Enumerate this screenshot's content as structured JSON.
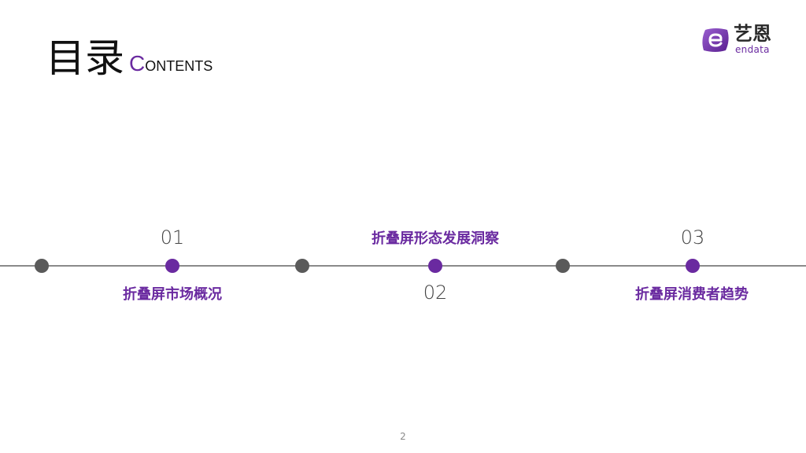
{
  "header": {
    "title_zh": "目录",
    "title_en_cap": "C",
    "title_en_rest": "ONTENTS"
  },
  "logo": {
    "mark": "e",
    "name_zh": "艺恩",
    "name_en": "endata"
  },
  "timeline": {
    "items": [
      {
        "number": "01",
        "label": "折叠屏市场概况"
      },
      {
        "number": "02",
        "label": "折叠屏形态发展洞察"
      },
      {
        "number": "03",
        "label": "折叠屏消费者趋势"
      }
    ]
  },
  "colors": {
    "accent": "#6a2aa0",
    "dot_gray": "#5a5a5a",
    "line": "#8a8a8a"
  },
  "footer": {
    "page_number": "2"
  }
}
